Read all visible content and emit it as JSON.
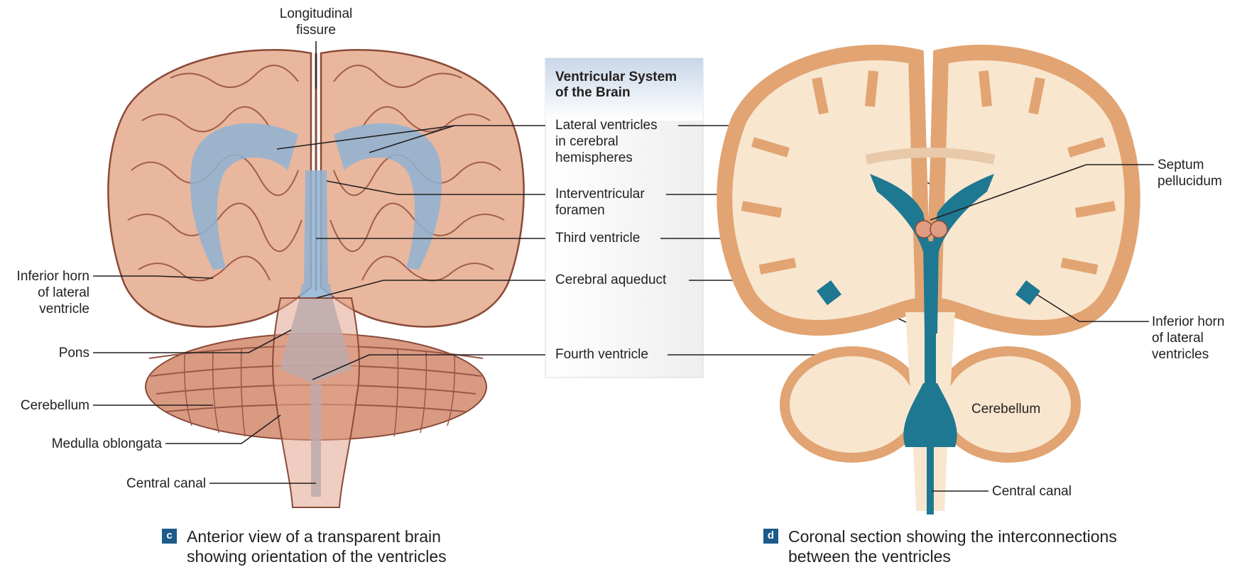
{
  "colors": {
    "brain_tissue": "#e9b79e",
    "brain_outline": "#8a4a38",
    "ventricle_transparent": "#8fb3d3",
    "ventricle_section": "#1f7892",
    "white_matter": "#f8e6cf",
    "gray_matter": "#e2a472",
    "panel_header": "#c9d7e8",
    "badge": "#1c5b8a"
  },
  "panel": {
    "title": "Ventricular System\nof the Brain",
    "items": [
      "Lateral ventricles\nin cerebral\nhemispheres",
      "Interventricular\nforamen",
      "Third ventricle",
      "Cerebral aqueduct",
      "Fourth ventricle"
    ]
  },
  "left_labels": {
    "longitudinal_fissure": "Longitudinal\nfissure",
    "inferior_horn": "Inferior horn\nof lateral\nventricle",
    "pons": "Pons",
    "cerebellum": "Cerebellum",
    "medulla": "Medulla oblongata",
    "central_canal": "Central canal"
  },
  "right_labels": {
    "septum": "Septum\npellucidum",
    "inferior_horn": "Inferior horn\nof lateral\nventricles",
    "cerebellum": "Cerebellum",
    "central_canal": "Central canal"
  },
  "captions": {
    "c": {
      "badge": "c",
      "text": "Anterior view of a transparent brain\nshowing orientation of the ventricles"
    },
    "d": {
      "badge": "d",
      "text": "Coronal section showing the interconnections\nbetween the ventricles"
    }
  }
}
